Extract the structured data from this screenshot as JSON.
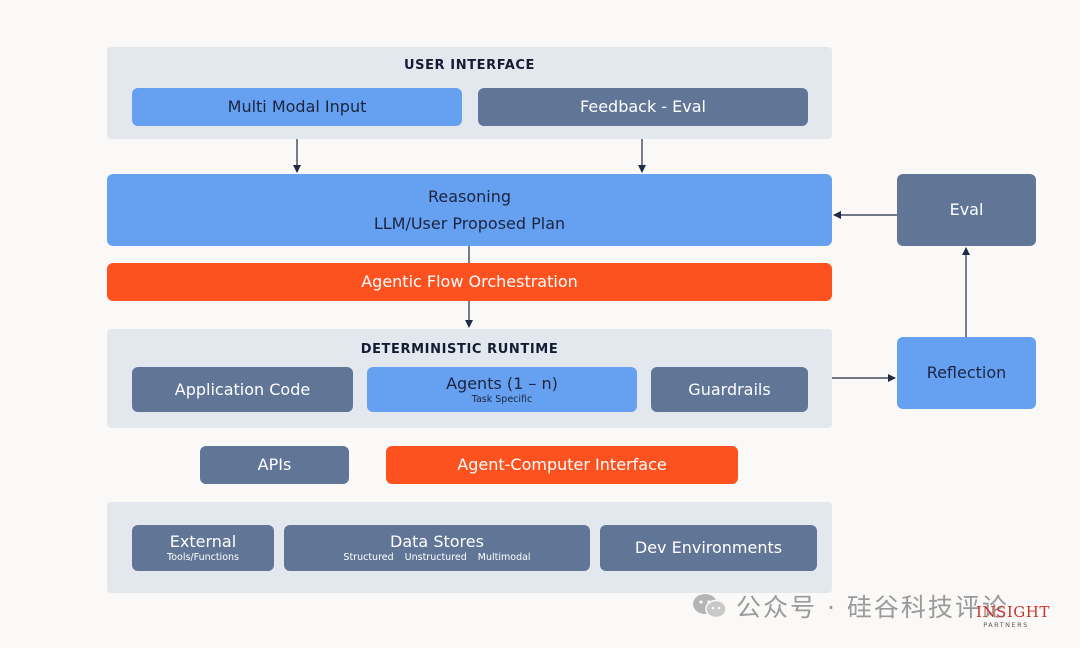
{
  "colors": {
    "panel": "#e3e8ee",
    "blue": "#66a0f0",
    "slate": "#617597",
    "orange": "#fd521f",
    "arrow": "#1f2a44"
  },
  "user_interface": {
    "title": "USER INTERFACE",
    "multi_modal": "Multi Modal Input",
    "feedback": "Feedback - Eval"
  },
  "reasoning": {
    "line1": "Reasoning",
    "line2": "LLM/User Proposed Plan"
  },
  "orchestration": "Agentic Flow Orchestration",
  "runtime": {
    "title": "DETERMINISTIC RUNTIME",
    "app_code": "Application Code",
    "agents": "Agents (1 – n)",
    "agents_sub": "Task Specific",
    "guardrails": "Guardrails"
  },
  "apis": "APIs",
  "aci": "Agent-Computer Interface",
  "bottom": {
    "external": "External",
    "external_sub": "Tools/Functions",
    "data_stores": "Data Stores",
    "structured": "Structured",
    "unstructured": "Unstructured",
    "multimodal": "Multimodal",
    "dev_env": "Dev Environments"
  },
  "side": {
    "eval": "Eval",
    "reflection": "Reflection"
  },
  "watermark": {
    "text": "公众号 · 硅谷科技评论",
    "logo_insight": "INSIGHT",
    "logo_partners": "PARTNERS"
  }
}
